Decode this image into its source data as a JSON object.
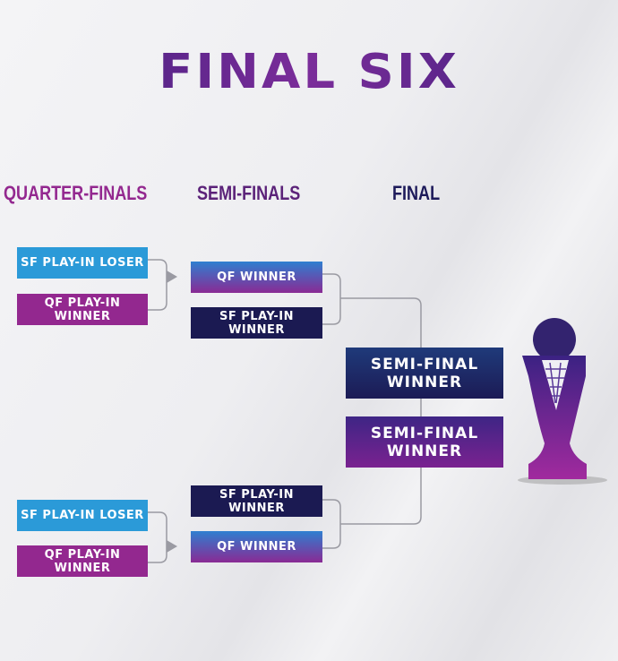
{
  "title": "FINAL SIX",
  "headers": {
    "quarter_finals": "QUARTER-FINALS",
    "semi_finals": "SEMI-FINALS",
    "final": "FINAL"
  },
  "quarter_finals": {
    "top": [
      "SF PLAY-IN LOSER",
      "QF PLAY-IN WINNER"
    ],
    "bottom": [
      "SF PLAY-IN LOSER",
      "QF PLAY-IN WINNER"
    ]
  },
  "semi_finals": {
    "top": [
      "QF WINNER",
      "SF PLAY-IN WINNER"
    ],
    "bottom": [
      "SF PLAY-IN WINNER",
      "QF WINNER"
    ]
  },
  "final": [
    "SEMI-FINAL WINNER",
    "SEMI-FINAL WINNER"
  ],
  "colors": {
    "blue": "#2b9ad8",
    "purple": "#93288f",
    "navy": "#1b1a52"
  }
}
